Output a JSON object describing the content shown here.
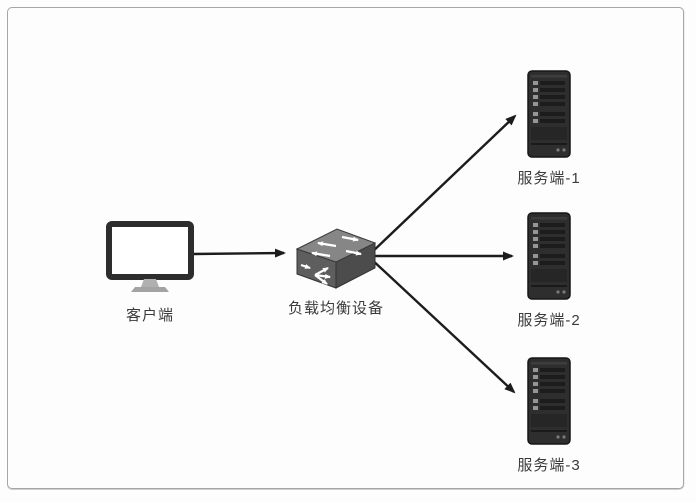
{
  "diagram": {
    "nodes": {
      "client": {
        "label": "客户端",
        "icon": "monitor-icon"
      },
      "load_balancer": {
        "label": "负载均衡设备",
        "icon": "switch-3d-icon"
      },
      "servers": [
        {
          "label": "服务端-1",
          "icon": "server-tower-icon"
        },
        {
          "label": "服务端-2",
          "icon": "server-tower-icon"
        },
        {
          "label": "服务端-3",
          "icon": "server-tower-icon"
        }
      ]
    },
    "edges": [
      {
        "from": "客户端",
        "to": "负载均衡设备",
        "style": "arrow"
      },
      {
        "from": "负载均衡设备",
        "to": "服务端-1",
        "style": "arrow"
      },
      {
        "from": "负载均衡设备",
        "to": "服务端-2",
        "style": "arrow"
      },
      {
        "from": "负载均衡设备",
        "to": "服务端-3",
        "style": "arrow"
      }
    ],
    "colors": {
      "background": "#fdfdfd",
      "frame_border": "#a6a6a6",
      "arrow": "#1c1c1c",
      "label_text": "#3b3b3b",
      "server_body": "#2e2e2e",
      "balancer_top": "#868686",
      "balancer_front": "#5e5e5e",
      "balancer_side": "#4c4c4c",
      "monitor_frame": "#2d2d2d",
      "monitor_stand": "#b0b0b0"
    }
  }
}
